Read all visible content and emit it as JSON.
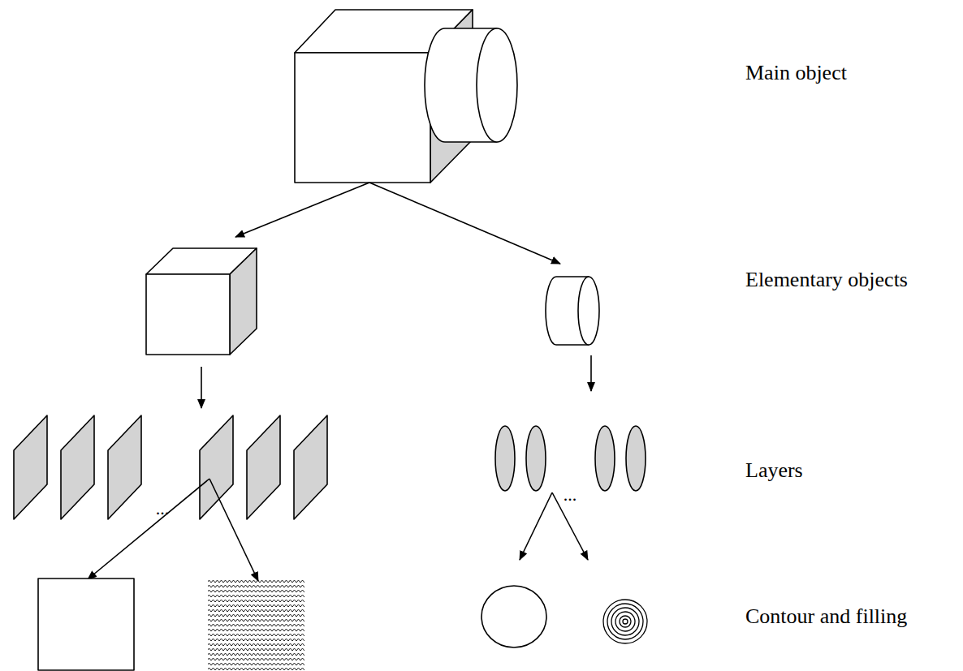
{
  "diagram": {
    "labels": [
      "Main object",
      "Elementary objects",
      "Layers",
      "Contour and filling",
      "...",
      "..."
    ]
  }
}
